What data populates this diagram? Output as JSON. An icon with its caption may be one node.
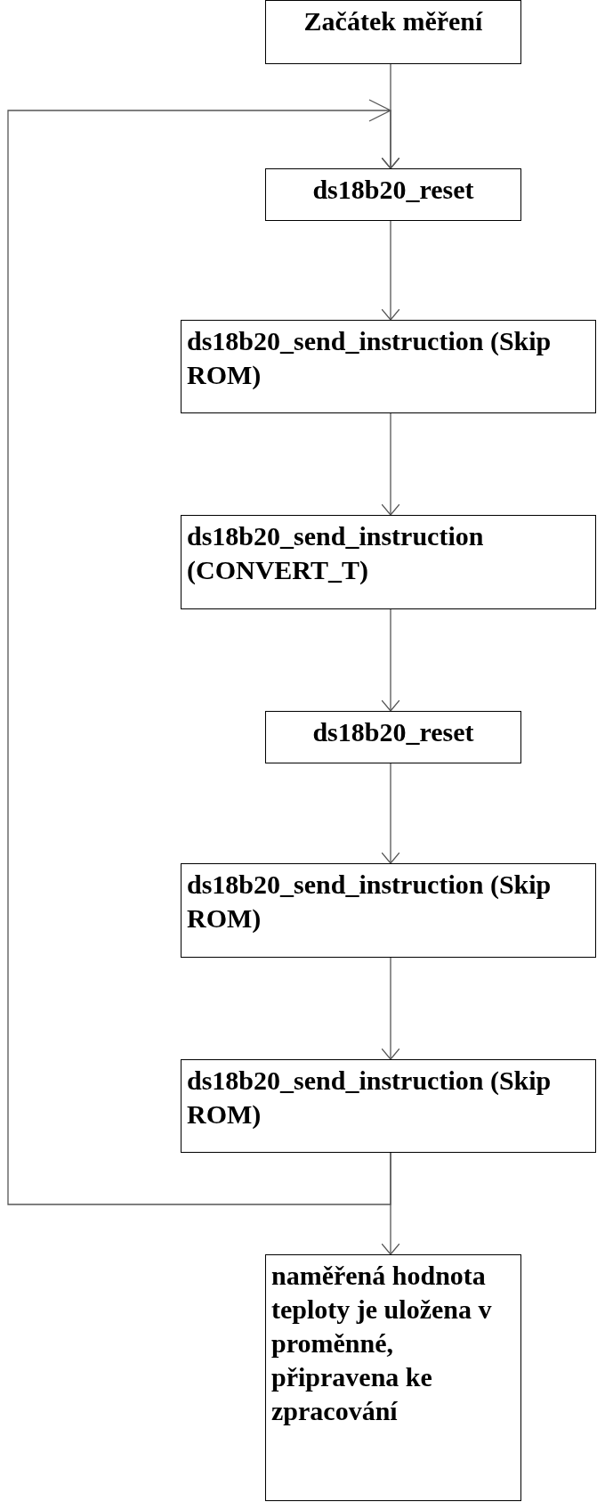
{
  "diagram": {
    "nodes": [
      {
        "text": [
          "Začátek měření"
        ]
      },
      {
        "text": [
          "ds18b20_reset"
        ]
      },
      {
        "text": [
          "ds18b20_send_instruction (Skip ROM)"
        ]
      },
      {
        "text": [
          "ds18b20_send_instruction (CONVERT_T)"
        ]
      },
      {
        "text": [
          "ds18b20_reset"
        ]
      },
      {
        "text": [
          "ds18b20_send_instruction (Skip ROM)"
        ]
      },
      {
        "text": [
          "ds18b20_send_instruction (Skip ROM)"
        ]
      },
      {
        "text": [
          "naměřená hodnota teploty je uložena v proměnné, připravena ke zpracování"
        ]
      }
    ],
    "edges": [
      {
        "from": 0,
        "to": 1,
        "arrow": "to"
      },
      {
        "from": 1,
        "to": 2,
        "arrow": "to"
      },
      {
        "from": 2,
        "to": 3,
        "arrow": "to"
      },
      {
        "from": 3,
        "to": 4,
        "arrow": "to"
      },
      {
        "from": 4,
        "to": 5,
        "arrow": "to"
      },
      {
        "from": 5,
        "to": 6,
        "arrow": "to"
      },
      {
        "from": 6,
        "to": 7,
        "arrow": "to"
      },
      {
        "from": 6,
        "to": 1,
        "arrow": "to"
      }
    ]
  }
}
